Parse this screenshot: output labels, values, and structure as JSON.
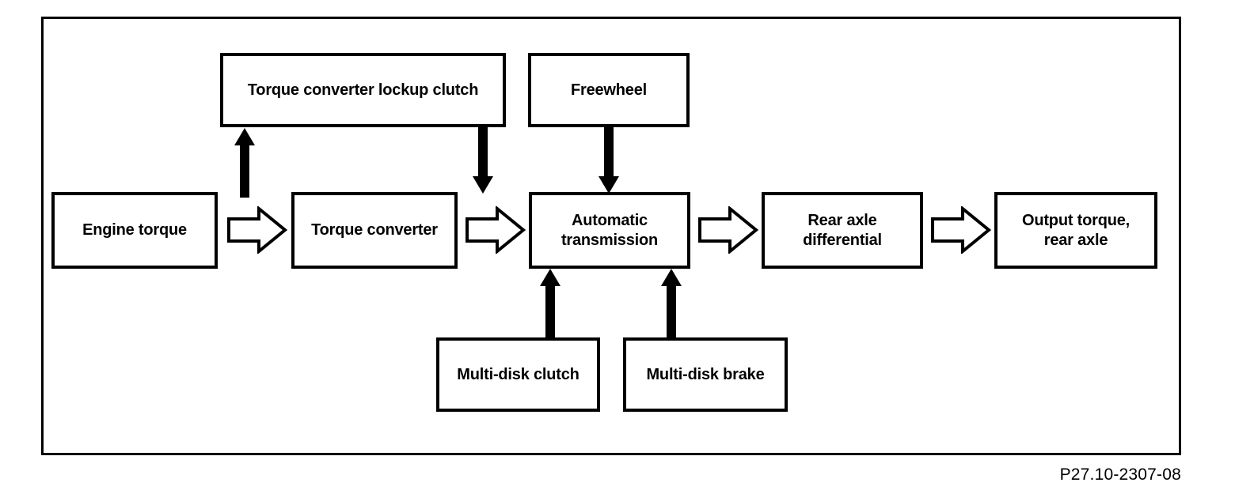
{
  "diagram": {
    "title_implied": "Torque flow, automatic transmission power train",
    "caption": "P27.10-2307-08",
    "colors": {
      "line": "#000000",
      "background": "#ffffff"
    },
    "boxes": {
      "engine_torque": "Engine torque",
      "torque_converter_lockup_clutch": "Torque converter lockup clutch",
      "freewheel": "Freewheel",
      "torque_converter": "Torque converter",
      "automatic_transmission": "Automatic\ntransmission",
      "rear_axle_differential": "Rear axle\ndifferential",
      "output_torque_rear_axle": "Output torque,\nrear axle",
      "multi_disk_clutch": "Multi-disk clutch",
      "multi_disk_brake": "Multi-disk brake"
    },
    "connections": [
      {
        "from": "Engine torque",
        "to": "Torque converter",
        "type": "open-block-arrow-right"
      },
      {
        "from": "Torque converter",
        "to": "Automatic transmission",
        "type": "open-block-arrow-right"
      },
      {
        "from": "Automatic transmission",
        "to": "Rear axle differential",
        "type": "open-block-arrow-right"
      },
      {
        "from": "Rear axle differential",
        "to": "Output torque, rear axle",
        "type": "open-block-arrow-right"
      },
      {
        "from": "Torque converter",
        "to": "Torque converter lockup clutch",
        "type": "solid-arrow-up"
      },
      {
        "from": "Torque converter lockup clutch",
        "to": "Automatic transmission",
        "type": "solid-arrow-down"
      },
      {
        "from": "Freewheel",
        "to": "Automatic transmission",
        "type": "solid-arrow-down"
      },
      {
        "from": "Multi-disk clutch",
        "to": "Automatic transmission",
        "type": "solid-arrow-up"
      },
      {
        "from": "Multi-disk brake",
        "to": "Automatic transmission",
        "type": "solid-arrow-up"
      }
    ]
  }
}
